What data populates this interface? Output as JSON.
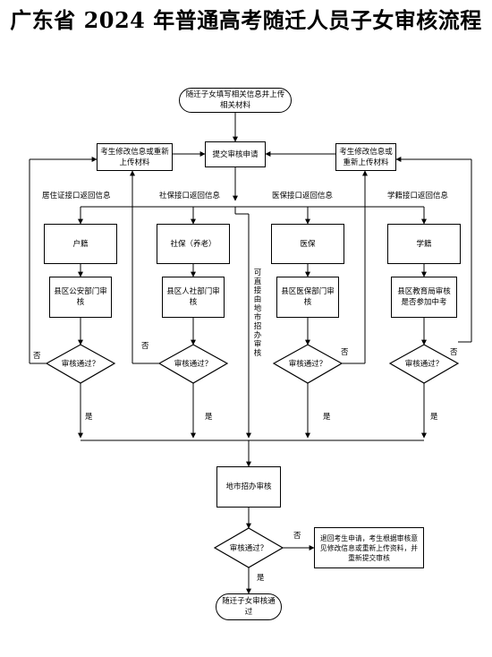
{
  "title": "广东省 2024 年普通高考随迁人员子女审核流程",
  "nodes": {
    "start": "随迁子女填写相关信息并上传相关材料",
    "revise_left": "考生修改信息或重新上传材料",
    "revise_right": "考生修改信息或重新上传材料",
    "submit": "提交审核申请",
    "hukou": "户籍",
    "shebao": "社保（养老）",
    "yibao": "医保",
    "xueji": "学籍",
    "review_police": "县区公安部门审核",
    "review_hr": "县区人社部门审核",
    "review_medical": "县区医保部门审核",
    "review_edu": "县区教育局审核是否参加中考",
    "decision": "审核通过？",
    "city_review": "地市招办审核",
    "final_decision": "审核通过？",
    "reject_note": "退回考生申请，考生根据审核意见修改信息或重新上传资料，并重新提交审核",
    "end": "随迁子女审核通过"
  },
  "edge_labels": {
    "hukou_return": "居住证接口返回信息",
    "shebao_return": "社保接口返回信息",
    "yibao_return": "医保接口返回信息",
    "xueji_return": "学籍接口返回信息",
    "direct_city": "可直接由地市招办审核",
    "yes": "是",
    "no": "否"
  }
}
